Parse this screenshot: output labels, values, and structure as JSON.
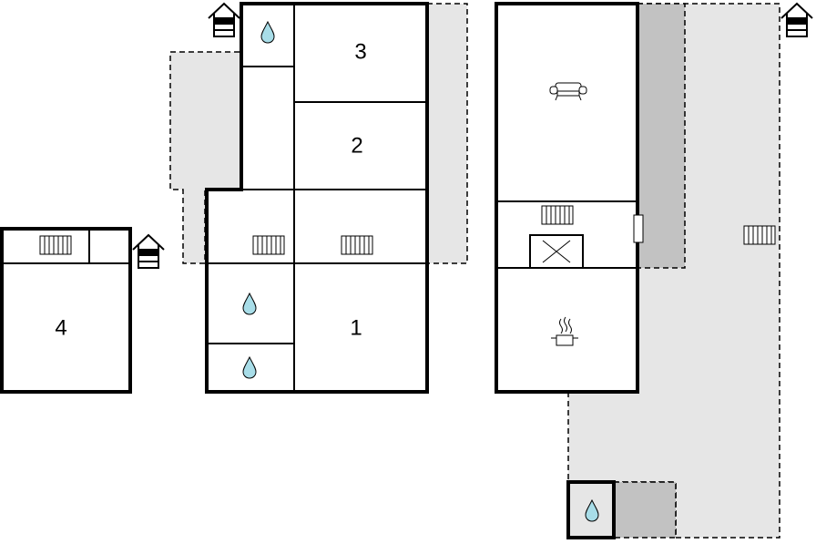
{
  "rooms": {
    "r1": "1",
    "r2": "2",
    "r3": "3",
    "r4": "4"
  },
  "icons": {
    "entrance": "house-entrance-icon",
    "radiator": "radiator-icon",
    "water": "water-drop-icon",
    "sofa": "sofa-icon",
    "cooking": "cooking-pot-icon",
    "stairs": "stairs-icon"
  },
  "colors": {
    "terrace": "#e6e6e6",
    "covered": "#c2c2c2",
    "water": "#a8dde8"
  }
}
